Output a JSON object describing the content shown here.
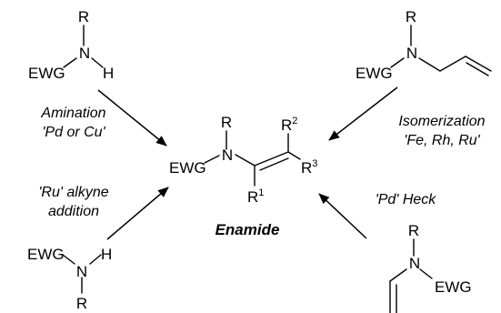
{
  "center": {
    "r_n": "R",
    "ewg": "EWG",
    "n": "N",
    "r2_base": "R",
    "r2_sup": "2",
    "r3_base": "R",
    "r3_sup": "3",
    "r1_base": "R",
    "r1_sup": "1",
    "title": "Enamide"
  },
  "top_left": {
    "r": "R",
    "ewg": "EWG",
    "n": "N",
    "h": "H",
    "label_line1": "Amination",
    "label_line2": "'Pd or Cu'"
  },
  "top_right": {
    "r": "R",
    "ewg": "EWG",
    "n": "N",
    "label_line1": "Isomerization",
    "label_line2": "'Fe, Rh, Ru'"
  },
  "bottom_left": {
    "ewg": "EWG",
    "n": "N",
    "h": "H",
    "r": "R",
    "label_line1": "'Ru' alkyne",
    "label_line2": "addition"
  },
  "bottom_right": {
    "r": "R",
    "n": "N",
    "ewg": "EWG",
    "label": "'Pd' Heck"
  }
}
